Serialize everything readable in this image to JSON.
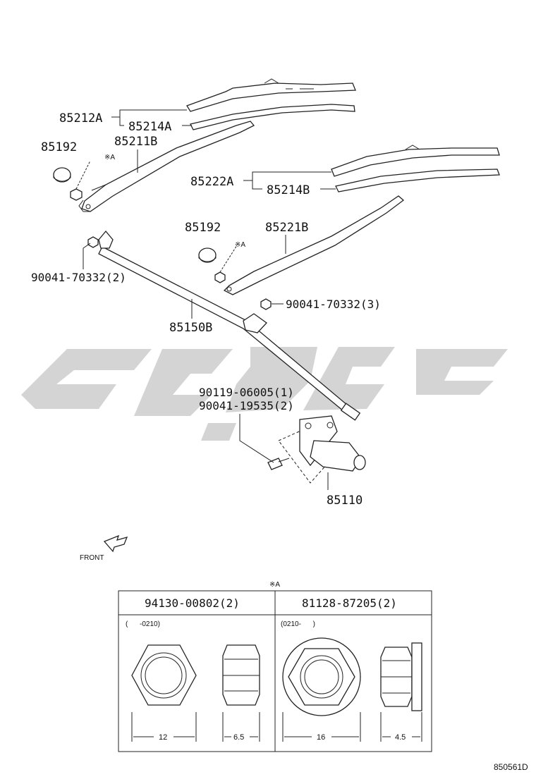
{
  "labels": {
    "blade_lh": "85212A",
    "rubber_lh": "85214A",
    "arm_lh": "85211B",
    "cap_lh": "85192",
    "nut_ref_lh": "※A",
    "blade_rh": "85222A",
    "rubber_rh": "85214B",
    "cap_rh": "85192",
    "arm_rh": "85221B",
    "nut_ref_rh": "※A",
    "nut_lh": "90041-70332(2)",
    "nut_rh": "90041-70332(3)",
    "link": "85150B",
    "bolt_1": "90119-06005(1)",
    "bolt_2": "90041-19535(2)",
    "motor": "85110",
    "front": "FRONT"
  },
  "detail_table": {
    "ref_mark": "※A",
    "columns": [
      {
        "part": "94130-00802(2)",
        "range": "(      -0210)",
        "dim_a": "12",
        "dim_b": "6.5"
      },
      {
        "part": "81128-87205(2)",
        "range": "(0210-      )",
        "dim_a": "16",
        "dim_b": "4.5"
      }
    ]
  },
  "diagram_id": "850561D",
  "colors": {
    "line": "#222222",
    "watermark": "#d4d4d4"
  }
}
